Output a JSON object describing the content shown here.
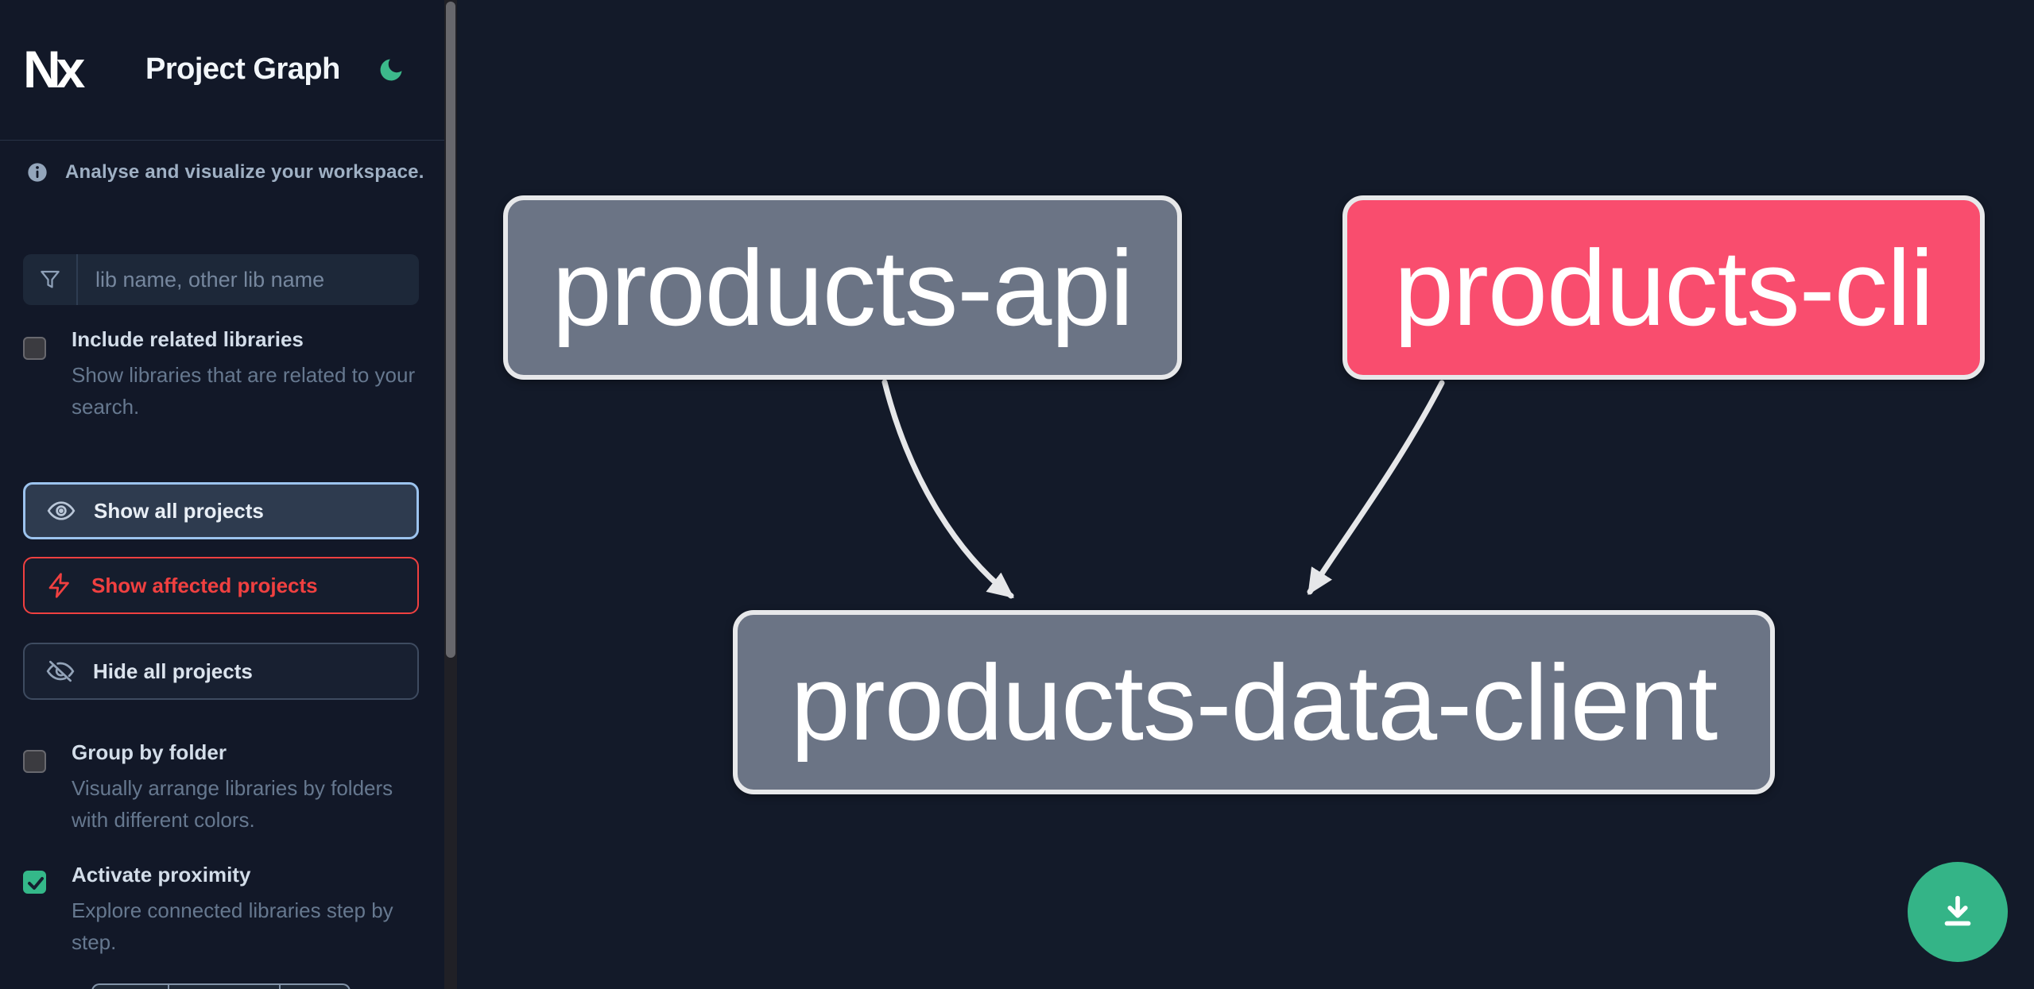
{
  "header": {
    "app_logo": "Nx",
    "title": "Project Graph",
    "theme_toggle_icon": "moon-icon",
    "theme_color": "#34b889"
  },
  "sidebar": {
    "tagline": "Analyse and visualize your workspace.",
    "tagline_icon": "info-icon",
    "search": {
      "placeholder": "lib name, other lib name",
      "icon": "funnel-icon",
      "value": ""
    },
    "checkboxes": [
      {
        "label": "Include related libraries",
        "description": "Show libraries that are related to your search.",
        "checked": false
      },
      {
        "label": "Group by folder",
        "description": "Visually arrange libraries by folders with different colors.",
        "checked": false
      },
      {
        "label": "Activate proximity",
        "description": "Explore connected libraries step by step.",
        "checked": true
      }
    ],
    "buttons": [
      {
        "label": "Show all projects",
        "icon": "eye-icon",
        "state": "focused"
      },
      {
        "label": "Show affected projects",
        "icon": "lightning-icon",
        "state": "affected"
      },
      {
        "label": "Hide all projects",
        "icon": "eye-off-icon",
        "state": "default"
      }
    ]
  },
  "graph": {
    "nodes": [
      {
        "id": "products-api",
        "label": "products-api",
        "affected": false,
        "color": "#6b7485"
      },
      {
        "id": "products-cli",
        "label": "products-cli",
        "affected": true,
        "color": "#f94d6e"
      },
      {
        "id": "products-data-client",
        "label": "products-data-client",
        "affected": false,
        "color": "#6b7485"
      }
    ],
    "edges": [
      {
        "source": "products-api",
        "target": "products-data-client"
      },
      {
        "source": "products-cli",
        "target": "products-data-client"
      }
    ]
  },
  "fab": {
    "icon": "download-icon",
    "color": "#34b487"
  },
  "colors": {
    "background": "#131a29",
    "node_gray": "#6b7485",
    "affected_pink": "#f94d6e",
    "accent_green": "#34b889",
    "focus_blue": "#9cc3ee",
    "warn_red": "#f04040",
    "edge": "#e6e7e9"
  }
}
